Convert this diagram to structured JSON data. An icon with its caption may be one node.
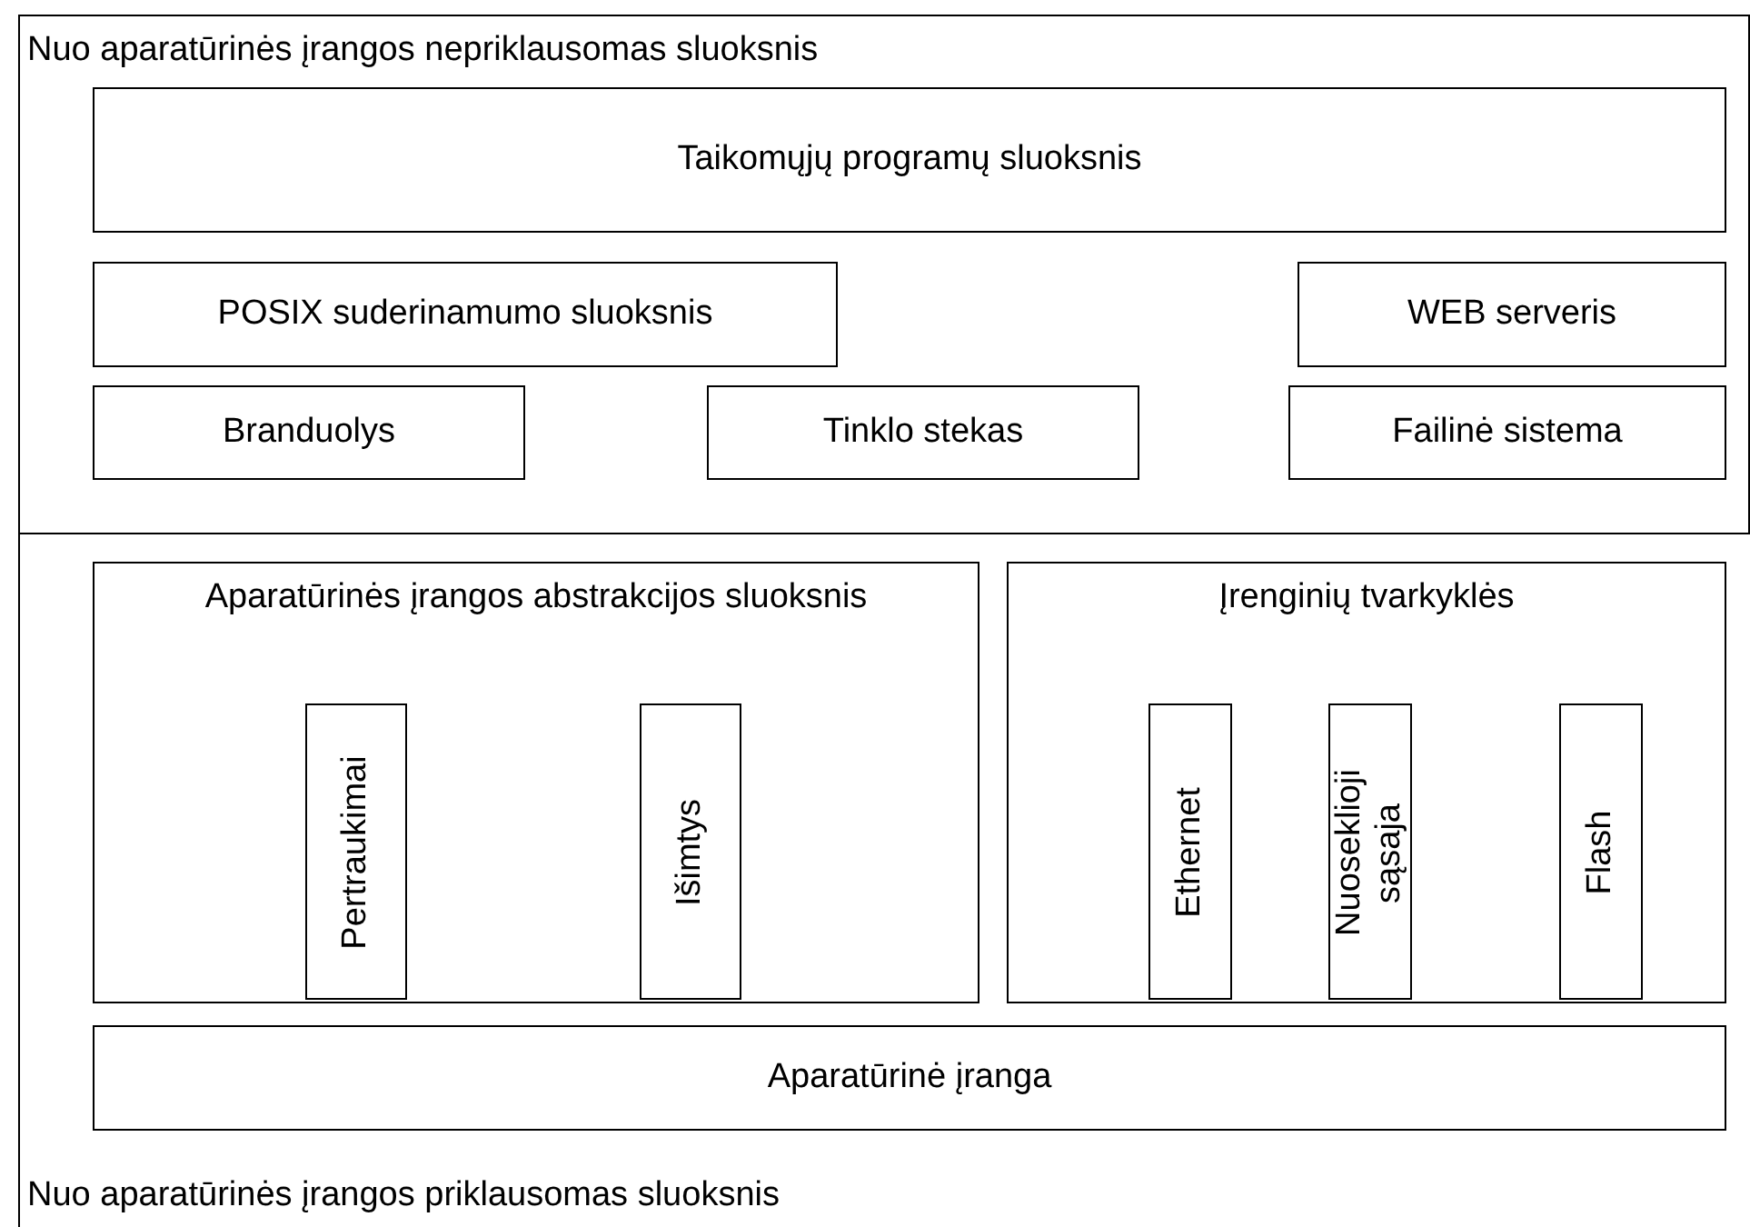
{
  "diagram": {
    "nodes": [
      {
        "text": [
          "Nuo aparatūrinės įrangos nepriklausomas sluoksnis"
        ]
      },
      {
        "text": [
          "Taikomųjų programų sluoksnis"
        ],
        "in": 0
      },
      {
        "text": [
          "POSIX suderinamumo sluoksnis"
        ],
        "in": 0
      },
      {
        "text": [
          "WEB serveris"
        ],
        "in": 0
      },
      {
        "text": [
          "Branduolys"
        ],
        "in": 0
      },
      {
        "text": [
          "Tinklo stekas"
        ],
        "in": 0
      },
      {
        "text": [
          "Failinė sistema"
        ],
        "in": 0
      },
      {
        "text": [
          "Nuo aparatūrinės įrangos priklausomas sluoksnis"
        ]
      },
      {
        "text": [
          "Aparatūrinės įrangos abstrakcijos sluoksnis"
        ],
        "in": 7
      },
      {
        "text": [
          "Pertraukimai"
        ],
        "in": 8
      },
      {
        "text": [
          "Išimtys"
        ],
        "in": 8
      },
      {
        "text": [
          "Įrenginių tvarkyklės"
        ],
        "in": 7
      },
      {
        "text": [
          "Ethernet"
        ],
        "in": 11
      },
      {
        "text": [
          "Nuoseklioji sąsaja"
        ],
        "in": 11
      },
      {
        "text": [
          "Flash"
        ],
        "in": 11
      },
      {
        "text": [
          "Aparatūrinė įranga"
        ],
        "in": 7
      }
    ],
    "edges": []
  }
}
